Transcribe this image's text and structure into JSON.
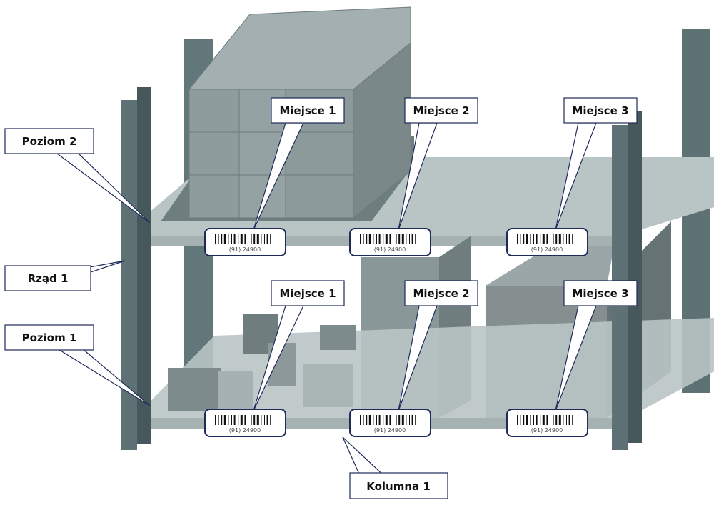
{
  "labels": {
    "poziom2": "Poziom 2",
    "poziom1": "Poziom 1",
    "rzad1": "Rząd 1",
    "kolumna1": "Kolumna 1",
    "top_places": [
      "Miejsce 1",
      "Miejsce 2",
      "Miejsce 3"
    ],
    "bottom_places": [
      "Miejsce 1",
      "Miejsce 2",
      "Miejsce 3"
    ]
  },
  "barcode_text": "(91) 24900",
  "colors": {
    "post": "#5e7275",
    "post_dark": "#46585b",
    "shelf": "#b7c2c2",
    "box": "#8d9a9b",
    "callout_border": "#1f2a5a"
  }
}
